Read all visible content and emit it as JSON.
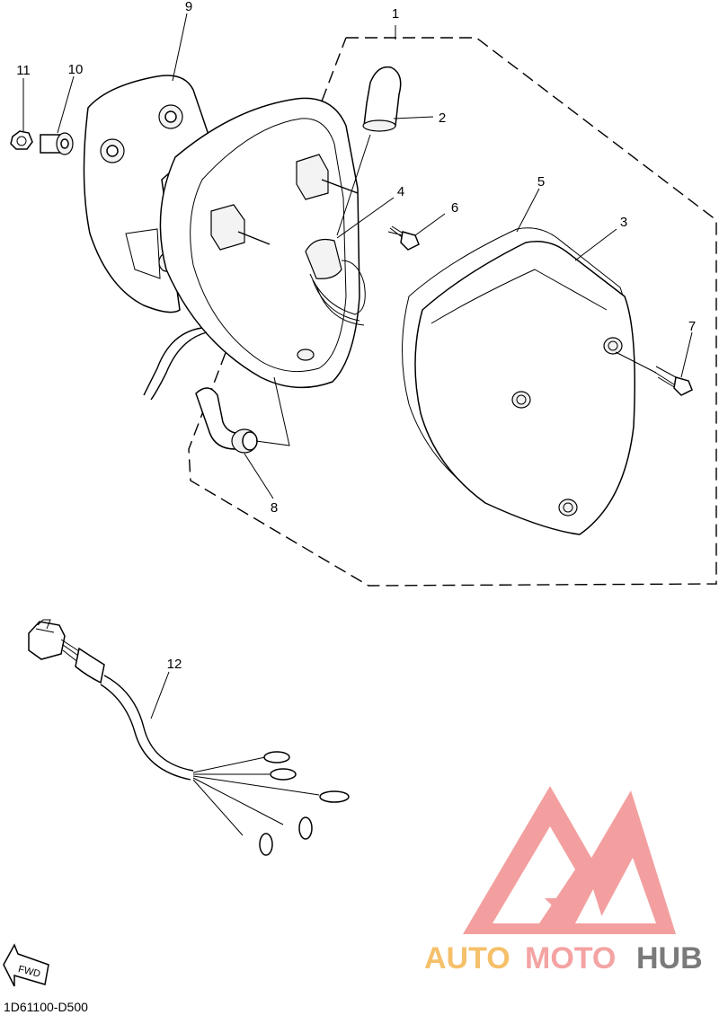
{
  "diagram": {
    "callouts": [
      {
        "id": "1"
      },
      {
        "id": "2"
      },
      {
        "id": "3"
      },
      {
        "id": "4"
      },
      {
        "id": "5"
      },
      {
        "id": "6"
      },
      {
        "id": "7"
      },
      {
        "id": "8"
      },
      {
        "id": "9"
      },
      {
        "id": "10"
      },
      {
        "id": "11"
      },
      {
        "id": "12"
      }
    ],
    "fwd_label": "FWD",
    "diagram_code": "1D61100-D500"
  },
  "watermark": {
    "text_parts": [
      "AUTO",
      "MOTO",
      "HUB"
    ],
    "colors": {
      "auto": "#f5c06a",
      "moto": "#f4a3a3",
      "hub": "#7a7a7a",
      "logo": "#f28f8f"
    }
  }
}
